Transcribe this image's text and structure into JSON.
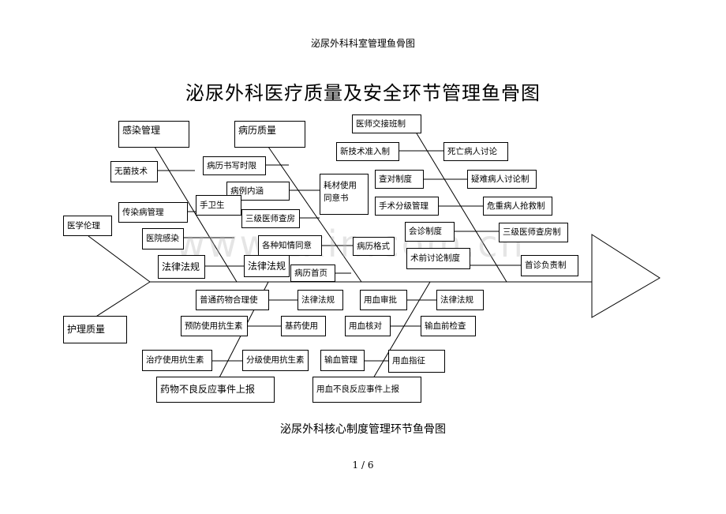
{
  "header": "泌尿外科科室管理鱼骨图",
  "title": "泌尿外科医疗质量及安全环节管理鱼骨图",
  "watermark": "www.zxin.com.cn",
  "caption": "泌尿外科核心制度管理环节鱼骨图",
  "page_number": "1 / 6",
  "boxes": {
    "b1": "感染管理",
    "b2": "病历质量",
    "b3": "医师交接班制",
    "b4": "新技术准入制",
    "b5": "死亡病人讨论",
    "b6": "病历书写时限",
    "b7": "无菌技术",
    "b8": "耗材使用\n同意书",
    "b9": "查对制度",
    "b10": "疑难病人讨论制",
    "b11": "病例内涵",
    "b12": "手卫生",
    "b13": "传染病管理",
    "b14": "三级医师查房",
    "b15": "手术分级管理",
    "b16": "危重病人抢救制",
    "b17": "医学伦理",
    "b18": "会诊制度",
    "b19": "三级医师查房制",
    "b20": "医院感染",
    "b21": "各种知情同意",
    "b22": "病历格式",
    "b23": "术前讨论制度",
    "b24": "法律法规",
    "b25": "法律法规",
    "b26": "首诊负责制",
    "b27": "病历首页",
    "b28": "普通药物合理使",
    "b29": "法律法规",
    "b30": "用血审批",
    "b31": "法律法规",
    "b32": "护理质量",
    "b33": "预防使用抗生素",
    "b34": "基药使用",
    "b35": "用血核对",
    "b36": "输血前检查",
    "b37": "治疗使用抗生素",
    "b38": "分级使用抗生素",
    "b39": "输血管理",
    "b40": "用血指征",
    "b41": "药物不良反应事件上报",
    "b42": "用血不良反应事件上报"
  }
}
